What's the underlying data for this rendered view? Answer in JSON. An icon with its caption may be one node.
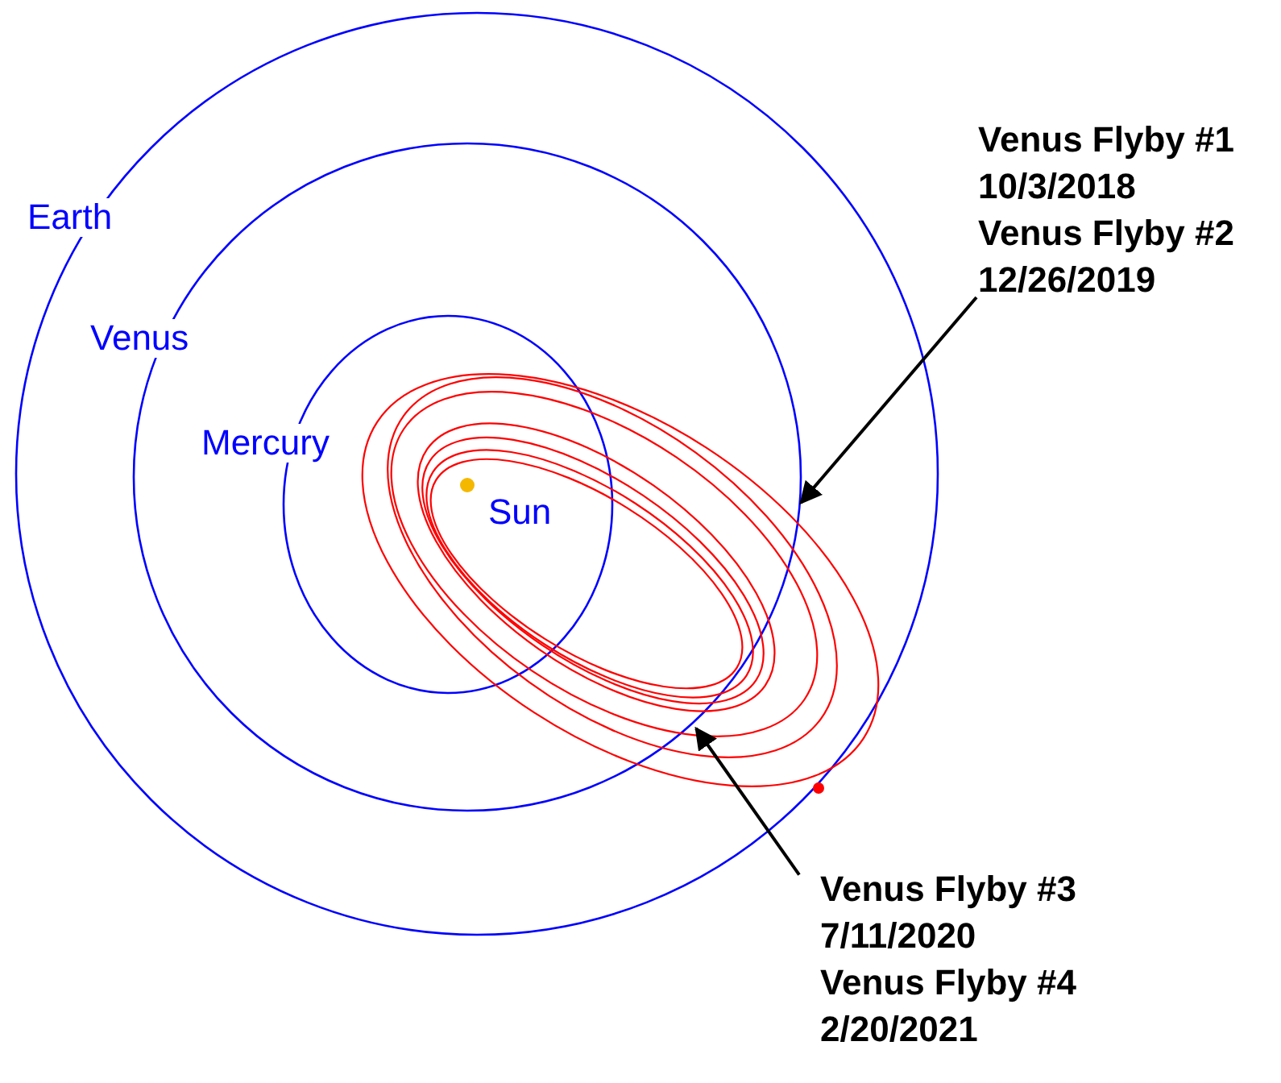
{
  "diagram": {
    "nodes": [
      {
        "text": [
          "Venus Flyby #1",
          "10/3/2018",
          "Venus Flyby #2",
          "12/26/2019"
        ]
      },
      {
        "text": [
          "Venus Flyby #3",
          "7/11/2020",
          "Venus Flyby #4",
          "2/20/2021"
        ]
      }
    ],
    "edges": [
      {
        "from": 0,
        "to": null,
        "arrow": "to"
      },
      {
        "from": 1,
        "to": null,
        "arrow": "to"
      }
    ],
    "labels": [
      "Earth",
      "Venus",
      "Mercury",
      "Sun"
    ]
  }
}
